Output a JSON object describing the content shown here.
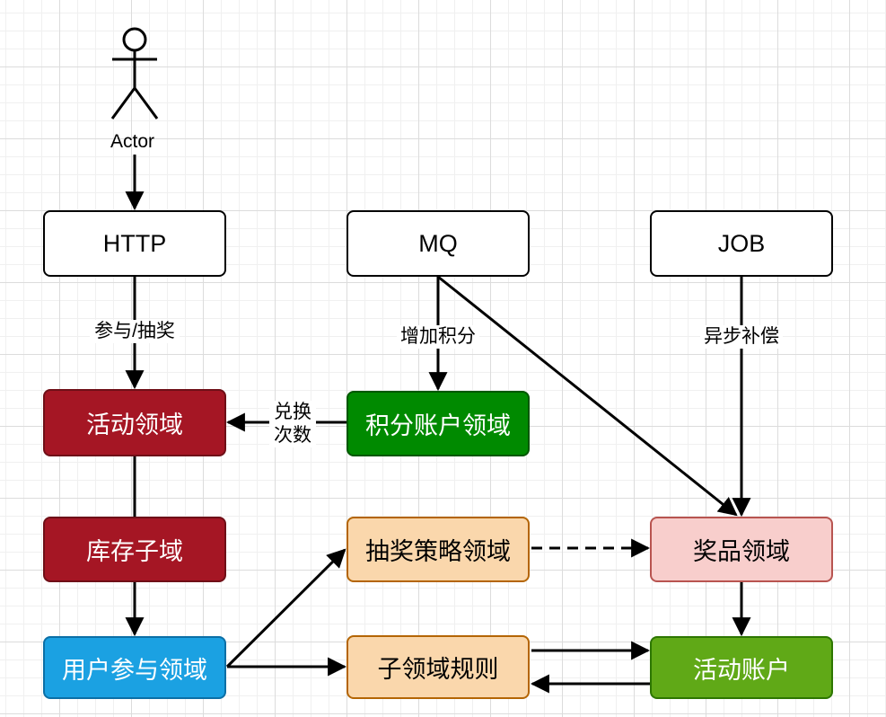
{
  "actor": {
    "label": "Actor"
  },
  "nodes": {
    "http": "HTTP",
    "mq": "MQ",
    "job": "JOB",
    "activity_domain": "活动领域",
    "points_account_domain": "积分账户领域",
    "stock_subdomain": "库存子域",
    "user_participation_domain": "用户参与领域",
    "lottery_strategy_domain": "抽奖策略领域",
    "prize_domain": "奖品领域",
    "subdomain_rules": "子领域规则",
    "activity_account": "活动账户"
  },
  "edge_labels": {
    "participate_draw": "参与/抽奖",
    "add_points": "增加积分",
    "async_compensation": "异步补偿",
    "exchange_line1": "兑换",
    "exchange_line2": "次数"
  },
  "colors": {
    "activity_red": "#a51624",
    "points_green": "#008a00",
    "user_blue": "#1ba1e2",
    "strategy_orange": "#fad7ac",
    "prize_pink": "#f8cecc",
    "account_green": "#60a917"
  }
}
